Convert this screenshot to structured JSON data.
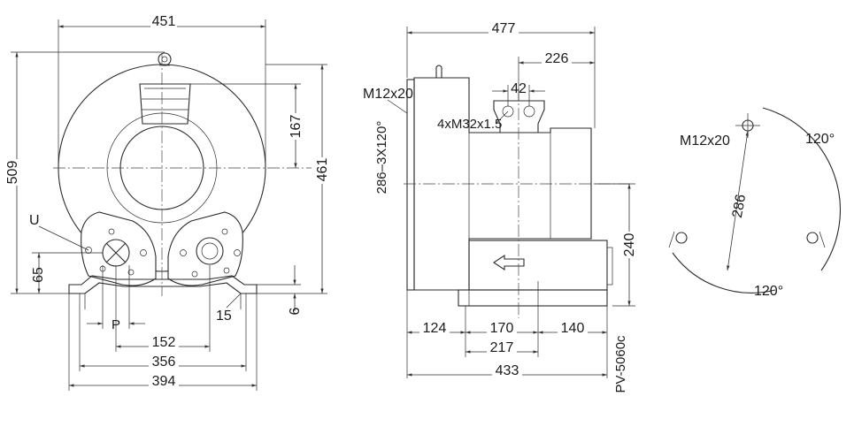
{
  "colors": {
    "line": "#2b2b2b",
    "background": "#ffffff"
  },
  "front_view": {
    "dims": {
      "width_total": "451",
      "height_total": "509",
      "height_center": "461",
      "outlet_offset": "167",
      "base_height": "65",
      "base_gap": "6",
      "foot_thickness": "15",
      "flange_spacing": "152",
      "bolt_spacing": "356",
      "base_width": "394"
    },
    "labels": {
      "port_u": "U",
      "port_p": "P"
    }
  },
  "side_view": {
    "dims": {
      "length_total": "477",
      "outlet_offset": "226",
      "flange_width": "42",
      "center_height": "240",
      "left_overhang": "124",
      "bolt_spacing": "170",
      "right_overhang": "140",
      "base_length": "217",
      "overall_length": "433"
    },
    "labels": {
      "lifting_thread": "M12x20",
      "holes_pattern": "286–3X120°",
      "flange_holes": "4xM32x1.5",
      "model": "PV-5060c"
    }
  },
  "pcd_view": {
    "labels": {
      "thread": "M12x20",
      "diameter": "286",
      "angle_top": "120°",
      "angle_bottom": "120°"
    }
  }
}
